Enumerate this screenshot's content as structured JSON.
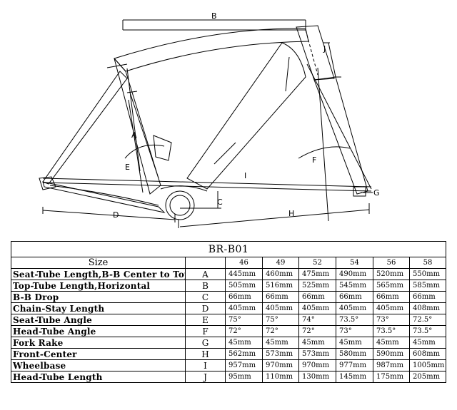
{
  "drawing": {
    "dimension_letters": {
      "A": "A",
      "B": "B",
      "C": "C",
      "D": "D",
      "E": "E",
      "F": "F",
      "G": "G",
      "H": "H",
      "I": "I",
      "J": "J"
    }
  },
  "table": {
    "title": "BR-B01",
    "size_header": "Size",
    "sizes": [
      "46",
      "49",
      "52",
      "54",
      "56",
      "58"
    ],
    "rows": [
      {
        "label": "Seat-Tube Length,B-B Center to Top",
        "letter": "A",
        "values": [
          "445mm",
          "460mm",
          "475mm",
          "490mm",
          "520mm",
          "550mm"
        ]
      },
      {
        "label": "Top-Tube Length,Horizontal",
        "letter": "B",
        "values": [
          "505mm",
          "516mm",
          "525mm",
          "545mm",
          "565mm",
          "585mm"
        ]
      },
      {
        "label": "B-B Drop",
        "letter": "C",
        "values": [
          "66mm",
          "66mm",
          "66mm",
          "66mm",
          "66mm",
          "66mm"
        ]
      },
      {
        "label": "Chain-Stay Length",
        "letter": "D",
        "values": [
          "405mm",
          "405mm",
          "405mm",
          "405mm",
          "405mm",
          "408mm"
        ]
      },
      {
        "label": "Seat-Tube Angle",
        "letter": "E",
        "values": [
          "75°",
          "75°",
          "74°",
          "73.5°",
          "73°",
          "72.5°"
        ]
      },
      {
        "label": "Head-Tube Angle",
        "letter": "F",
        "values": [
          "72°",
          "72°",
          "72°",
          "73°",
          "73.5°",
          "73.5°"
        ]
      },
      {
        "label": "Fork Rake",
        "letter": "G",
        "values": [
          "45mm",
          "45mm",
          "45mm",
          "45mm",
          "45mm",
          "45mm"
        ]
      },
      {
        "label": "Front-Center",
        "letter": "H",
        "values": [
          "562mm",
          "573mm",
          "573mm",
          "580mm",
          "590mm",
          "608mm"
        ]
      },
      {
        "label": "Wheelbase",
        "letter": "I",
        "values": [
          "957mm",
          "970mm",
          "970mm",
          "977mm",
          "987mm",
          "1005mm"
        ]
      },
      {
        "label": "Head-Tube Length",
        "letter": "J",
        "values": [
          "95mm",
          "110mm",
          "130mm",
          "145mm",
          "175mm",
          "205mm"
        ]
      }
    ]
  }
}
